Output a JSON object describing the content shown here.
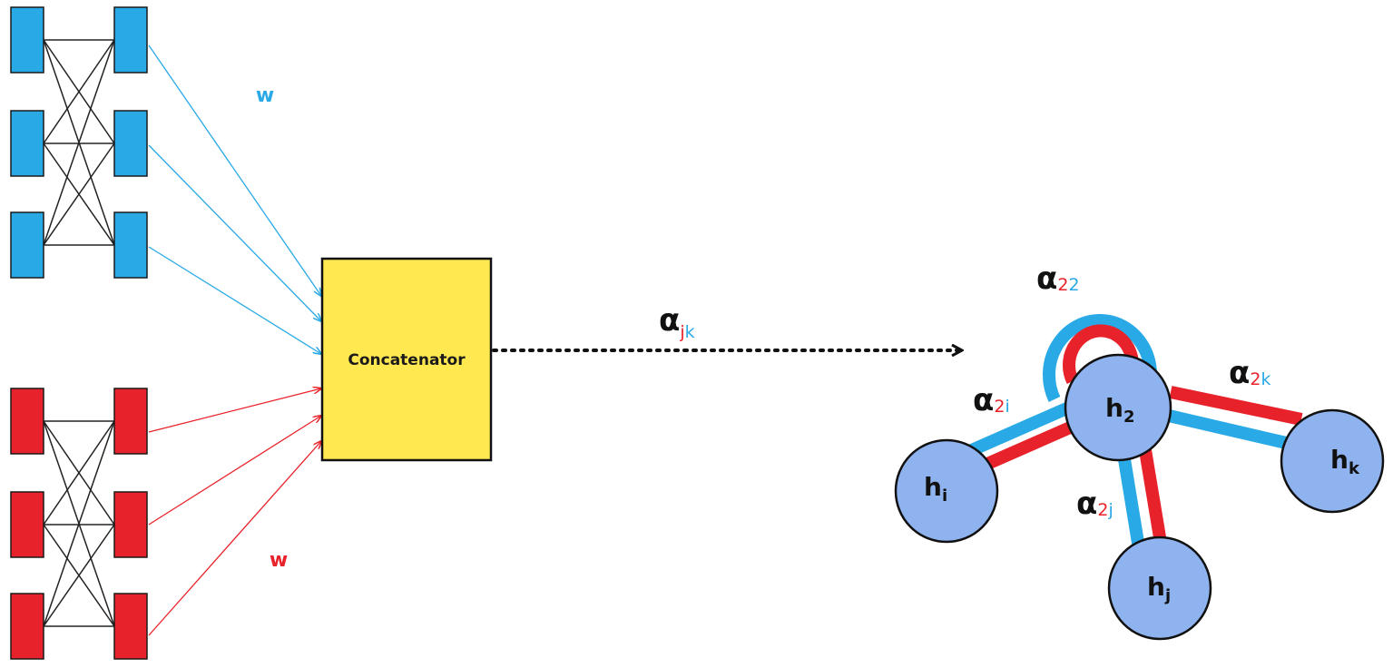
{
  "colors": {
    "blue": "#29a9e6",
    "red": "#e8222a",
    "yellow": "#ffe850",
    "node_fill": "#8fb3ee",
    "dark": "#111111",
    "blue_text": "#29a9e6",
    "red_text": "#e8222a",
    "node_sub_red": "#e8222a",
    "node_sub_blue": "#29a9e6"
  },
  "concatenator": {
    "label": "Concatenator"
  },
  "weights": {
    "top_label": "w",
    "bottom_label": "w"
  },
  "arrow": {
    "alpha": "α",
    "sub_j": "j",
    "sub_k": "k"
  },
  "graph": {
    "loop_label": {
      "alpha": "α",
      "sub1": "2",
      "sub2": "2"
    },
    "edge_2i": {
      "alpha": "α",
      "sub1": "2",
      "sub2": "i"
    },
    "edge_2j": {
      "alpha": "α",
      "sub1": "2",
      "sub2": "j"
    },
    "edge_2k": {
      "alpha": "α",
      "sub1": "2",
      "sub2": "k"
    },
    "nodes": {
      "h2": {
        "main": "h",
        "sub": "2"
      },
      "hi": {
        "main": "h",
        "sub": "i"
      },
      "hj": {
        "main": "h",
        "sub": "j"
      },
      "hk": {
        "main": "h",
        "sub": "k"
      }
    }
  }
}
